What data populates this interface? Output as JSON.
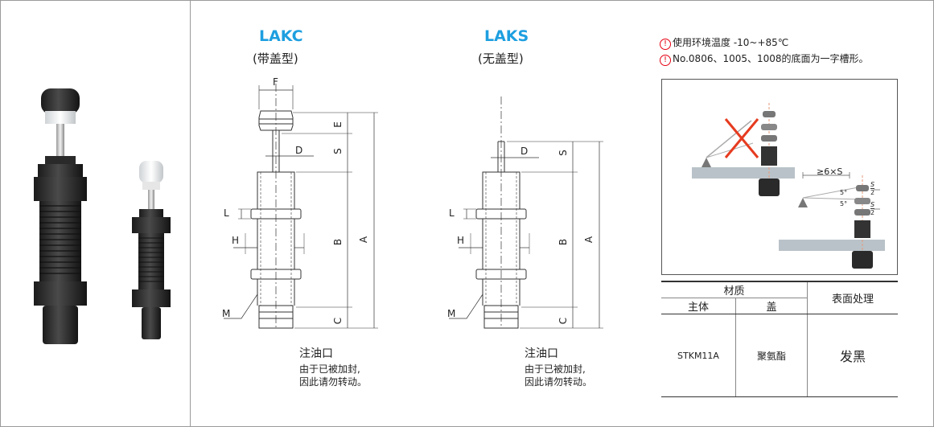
{
  "models": [
    {
      "code": "LAKC",
      "type": "(带盖型)"
    },
    {
      "code": "LAKS",
      "type": "(无盖型)"
    }
  ],
  "notes": [
    {
      "icon": "!",
      "text": "使用环境温度  -10~+85℃"
    },
    {
      "icon": "!",
      "text": "No.0806、1005、1008的底面为一字槽形。"
    }
  ],
  "dims": {
    "F": "F",
    "D": "D",
    "E": "E",
    "S": "S",
    "L": "L",
    "H": "H",
    "B": "B",
    "A": "A",
    "C": "C",
    "M": "M"
  },
  "oil_port": {
    "title": "注油口",
    "line1": "由于已被加封,",
    "line2": "因此请勿转动。"
  },
  "install": {
    "spacing": "≥6×S",
    "angle1": "5°",
    "angle2": "5°",
    "frac_num": "S",
    "frac_den": "2"
  },
  "table": {
    "header_material": "材质",
    "header_body": "主体",
    "header_cap": "盖",
    "header_surface": "表面处理",
    "body": "STKM11A",
    "cap": "聚氨酯",
    "surface": "发黑"
  },
  "colors": {
    "accent": "#1e9fe0",
    "warning": "#e60012",
    "line": "#333333"
  }
}
